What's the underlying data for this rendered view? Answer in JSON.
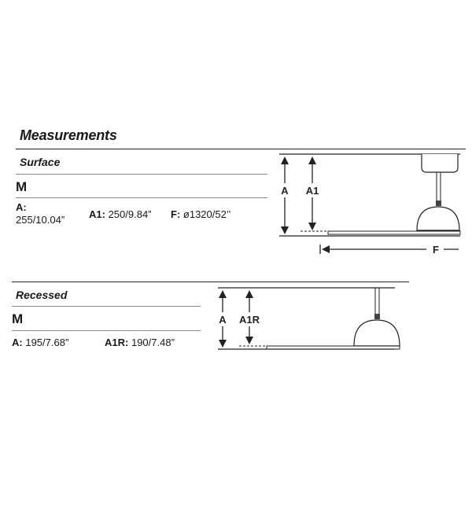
{
  "title": "Measurements",
  "surface": {
    "label": "Surface",
    "size": "M",
    "a_label": "A:",
    "a_value": "255/10.04”",
    "a1_label": "A1:",
    "a1_value": "250/9.84”",
    "f_label": "F:",
    "f_value": "ø1320/52’’",
    "diagram": {
      "a": "A",
      "a1": "A1",
      "f": "F"
    }
  },
  "recessed": {
    "label": "Recessed",
    "size": "M",
    "a_label": "A:",
    "a_value": "195/7.68”",
    "a1r_label": "A1R:",
    "a1r_value": "190/7.48”",
    "diagram": {
      "a": "A",
      "a1r": "A1R"
    }
  }
}
